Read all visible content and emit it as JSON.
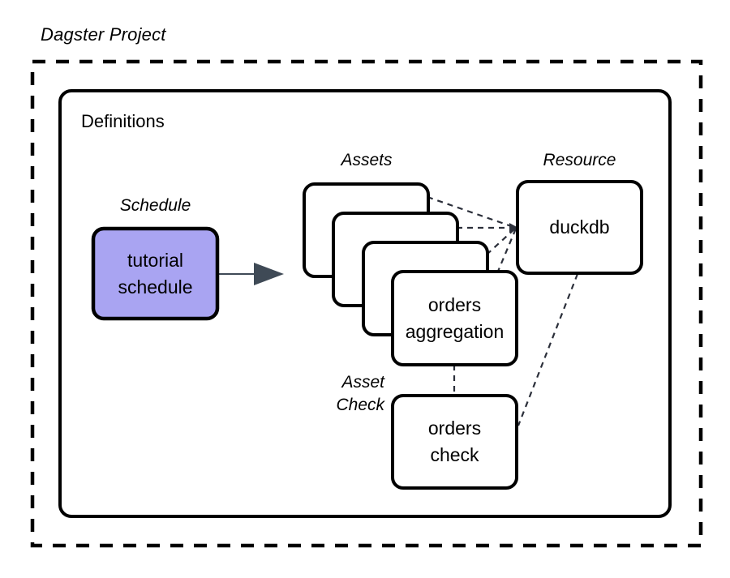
{
  "diagram": {
    "title": "Dagster Project",
    "container": {
      "label": "Definitions",
      "border_style": "dashed",
      "border_color": "#000000"
    },
    "groups": [
      {
        "id": "schedule",
        "caption": "Schedule"
      },
      {
        "id": "assets",
        "caption": "Assets"
      },
      {
        "id": "resource",
        "caption": "Resource"
      },
      {
        "id": "asset-check",
        "caption": "Asset\nCheck",
        "caption_line1": "Asset",
        "caption_line2": "Check"
      }
    ],
    "nodes": [
      {
        "id": "tutorial-schedule",
        "group": "schedule",
        "line1": "tutorial",
        "line2": "schedule",
        "fill": "#a9a4f2",
        "stroke": "#000000"
      },
      {
        "id": "orders-aggregation",
        "group": "assets",
        "line1": "orders",
        "line2": "aggregation",
        "fill": "#ffffff",
        "stroke": "#000000",
        "stack_count": 4
      },
      {
        "id": "duckdb",
        "group": "resource",
        "line1": "duckdb",
        "line2": "",
        "fill": "#ffffff",
        "stroke": "#000000"
      },
      {
        "id": "orders-check",
        "group": "asset-check",
        "line1": "orders",
        "line2": "check",
        "fill": "#ffffff",
        "stroke": "#000000"
      }
    ],
    "connectors": [
      {
        "from": "tutorial-schedule",
        "to": "orders-aggregation",
        "style": "solid-arrow",
        "color": "#3f4a56"
      },
      {
        "from": "assets-card-1",
        "to": "duckdb",
        "style": "dashed",
        "color": "#2b2f3a"
      },
      {
        "from": "assets-card-2",
        "to": "duckdb",
        "style": "dashed",
        "color": "#2b2f3a"
      },
      {
        "from": "assets-card-3",
        "to": "duckdb",
        "style": "dashed",
        "color": "#2b2f3a"
      },
      {
        "from": "orders-aggregation",
        "to": "duckdb",
        "style": "dashed",
        "color": "#2b2f3a"
      },
      {
        "from": "orders-aggregation",
        "to": "orders-check",
        "style": "dashed",
        "color": "#2b2f3a"
      },
      {
        "from": "duckdb",
        "to": "orders-check",
        "style": "dashed",
        "color": "#2b2f3a"
      }
    ]
  }
}
